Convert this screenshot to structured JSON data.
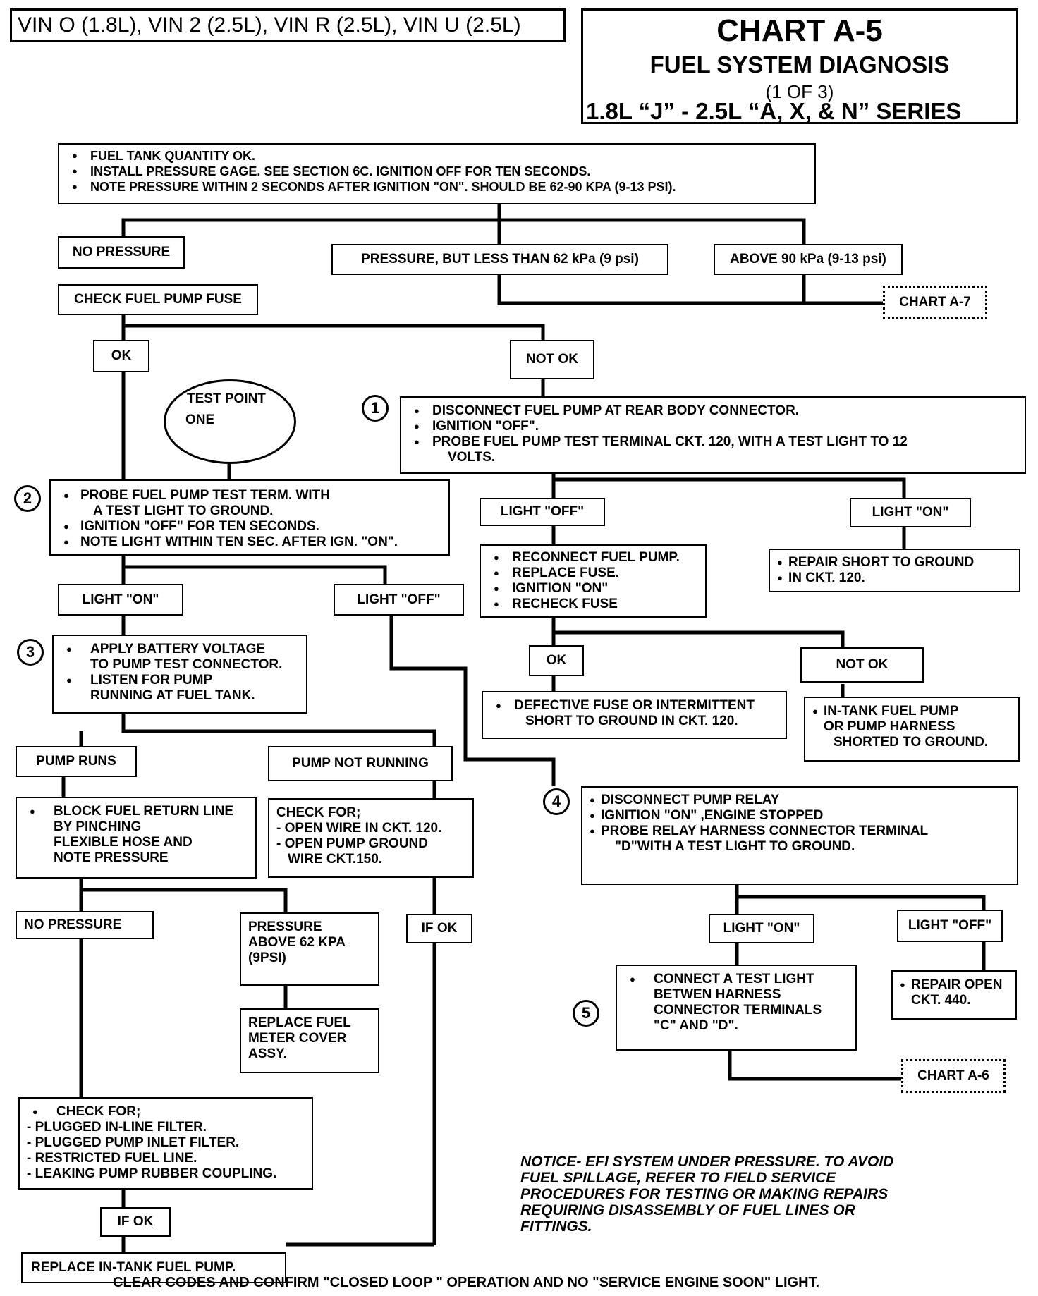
{
  "header": {
    "vin_line": "VIN O (1.8L), VIN 2 (2.5L), VIN R (2.5L), VIN U (2.5L)",
    "chart_title": "CHART A-5",
    "chart_subtitle": "FUEL SYSTEM DIAGNOSIS",
    "chart_page": "(1 OF 3)",
    "chart_series": "1.8L “J”  -  2.5L  “A, X, & N” SERIES"
  },
  "start": {
    "items": [
      "FUEL TANK QUANTITY OK.",
      "INSTALL PRESSURE GAGE.  SEE SECTION 6C.  IGNITION OFF FOR TEN SECONDS.",
      "NOTE PRESSURE WITHIN 2 SECONDS AFTER IGNITION \"ON\".  SHOULD BE 62-90 KPA (9-13 PSI)."
    ]
  },
  "branches": {
    "no_pressure": "NO PRESSURE",
    "pressure_low": "PRESSURE, BUT  LESS THAN 62 kPa (9 psi)",
    "above_90": "ABOVE 90 kPa (9-13 psi)",
    "chart_a7": "CHART  A-7"
  },
  "fuse": {
    "check_label": "CHECK FUEL PUMP FUSE",
    "ok": "OK",
    "not_ok": "NOT OK"
  },
  "test_point": {
    "line1": "TEST POINT",
    "line2": "ONE"
  },
  "step_numbers": [
    "1",
    "2",
    "3",
    "4",
    "5"
  ],
  "step1": {
    "items": [
      "DISCONNECT FUEL PUMP AT REAR BODY CONNECTOR.",
      "IGNITION \"OFF\".",
      "PROBE FUEL PUMP TEST TERMINAL CKT. 120, WITH A TEST LIGHT TO 12"
    ],
    "cont": "VOLTS."
  },
  "step1_results": {
    "light_off": "LIGHT \"OFF\"",
    "light_on": "LIGHT \"ON\"",
    "reconnect_items": [
      "RECONNECT FUEL PUMP.",
      "REPLACE FUSE.",
      "IGNITION \"ON\"",
      "RECHECK FUSE"
    ],
    "repair_short_line1": "REPAIR SHORT TO GROUND",
    "repair_short_line2": "IN CKT. 120.",
    "ok": "OK",
    "not_ok": "NOT OK",
    "defective_line1": "DEFECTIVE FUSE OR INTERMITTENT",
    "defective_line2": "SHORT TO GROUND IN CKT. 120.",
    "intank_line1": "IN-TANK FUEL PUMP",
    "intank_line2": "OR PUMP HARNESS",
    "intank_line3": "SHORTED TO GROUND."
  },
  "step2": {
    "item1_line1": "PROBE FUEL PUMP TEST TERM. WITH",
    "item1_line2": "A TEST LIGHT TO GROUND.",
    "item2": "IGNITION \"OFF\" FOR TEN SECONDS.",
    "item3": "NOTE LIGHT WITHIN TEN SEC. AFTER IGN. \"ON\"."
  },
  "step2_results": {
    "light_on": "LIGHT \"ON\"",
    "light_off": "LIGHT \"OFF\""
  },
  "step3": {
    "item1_line1": "APPLY BATTERY VOLTAGE",
    "item1_line2": "TO PUMP TEST CONNECTOR.",
    "item2_line1": "LISTEN FOR PUMP",
    "item2_line2": "RUNNING AT FUEL TANK."
  },
  "step3_results": {
    "pump_runs": "PUMP RUNS",
    "pump_not_running": "PUMP NOT  RUNNING",
    "block_line1": "BLOCK FUEL RETURN LINE",
    "block_line2": "BY PINCHING",
    "block_line3": "FLEXIBLE  HOSE  AND",
    "block_line4": "NOTE PRESSURE",
    "checkfor_title": "CHECK FOR;",
    "checkfor_line1": "- OPEN WIRE IN CKT. 120.",
    "checkfor_line2": "- OPEN PUMP GROUND",
    "checkfor_line3": "WIRE CKT.150.",
    "no_pressure": "NO PRESSURE",
    "pressure_line1": "PRESSURE",
    "pressure_line2": "ABOVE 62 KPA",
    "pressure_line3": "(9PSI)",
    "if_ok": "IF OK",
    "replace_meter_line1": "REPLACE FUEL",
    "replace_meter_line2": "METER COVER",
    "replace_meter_line3": "ASSY."
  },
  "final": {
    "check_title": "CHECK FOR;",
    "check_items": [
      "- PLUGGED IN-LINE FILTER.",
      "- PLUGGED PUMP INLET FILTER.",
      "- RESTRICTED FUEL LINE.",
      "- LEAKING PUMP RUBBER COUPLING."
    ],
    "if_ok": "IF OK",
    "replace_pump": "REPLACE IN-TANK FUEL PUMP."
  },
  "step4": {
    "item1": "DISCONNECT PUMP RELAY",
    "item2": "IGNITION \"ON\" ,ENGINE STOPPED",
    "item3_line1": "PROBE RELAY HARNESS CONNECTOR TERMINAL",
    "item3_line2": "\"D\"WITH A TEST LIGHT TO GROUND."
  },
  "step4_results": {
    "light_on": "LIGHT \"ON\"",
    "light_off": "LIGHT \"OFF\"",
    "repair_open_line1": "REPAIR OPEN",
    "repair_open_line2": "CKT. 440."
  },
  "step5": {
    "line1": "CONNECT A TEST LIGHT",
    "line2": "BETWEN HARNESS",
    "line3": "CONNECTOR TERMINALS",
    "line4": "\"C\" AND \"D\".",
    "chart_a6": "CHART A-6"
  },
  "notice": "NOTICE- EFI SYSTEM UNDER PRESSURE. TO AVOID FUEL SPILLAGE, REFER TO FIELD SERVICE PROCEDURES FOR TESTING OR MAKING REPAIRS REQUIRING DISASSEMBLY OF FUEL LINES OR FITTINGS.",
  "footer": "CLEAR CODES AND CONFIRM \"CLOSED LOOP \" OPERATION AND NO \"SERVICE ENGINE SOON\" LIGHT."
}
